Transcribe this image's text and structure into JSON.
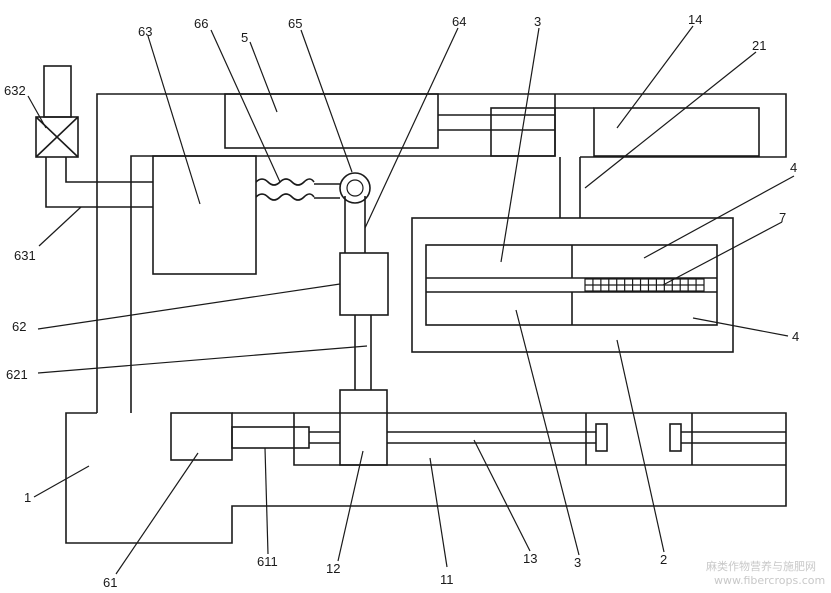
{
  "labels": {
    "l632": "632",
    "l63": "63",
    "l66": "66",
    "l65": "65",
    "l5": "5",
    "l64": "64",
    "l3_top": "3",
    "l14": "14",
    "l21": "21",
    "l4_top": "4",
    "l7": "7",
    "l4_bottom": "4",
    "l631": "631",
    "l62": "62",
    "l621": "621",
    "l1": "1",
    "l61": "61",
    "l611": "611",
    "l12": "12",
    "l11": "11",
    "l13": "13",
    "l3_bottom": "3",
    "l2": "2"
  },
  "watermark": {
    "line1": "麻类作物营养与施肥网",
    "line2": "www.fibercrops.com"
  }
}
